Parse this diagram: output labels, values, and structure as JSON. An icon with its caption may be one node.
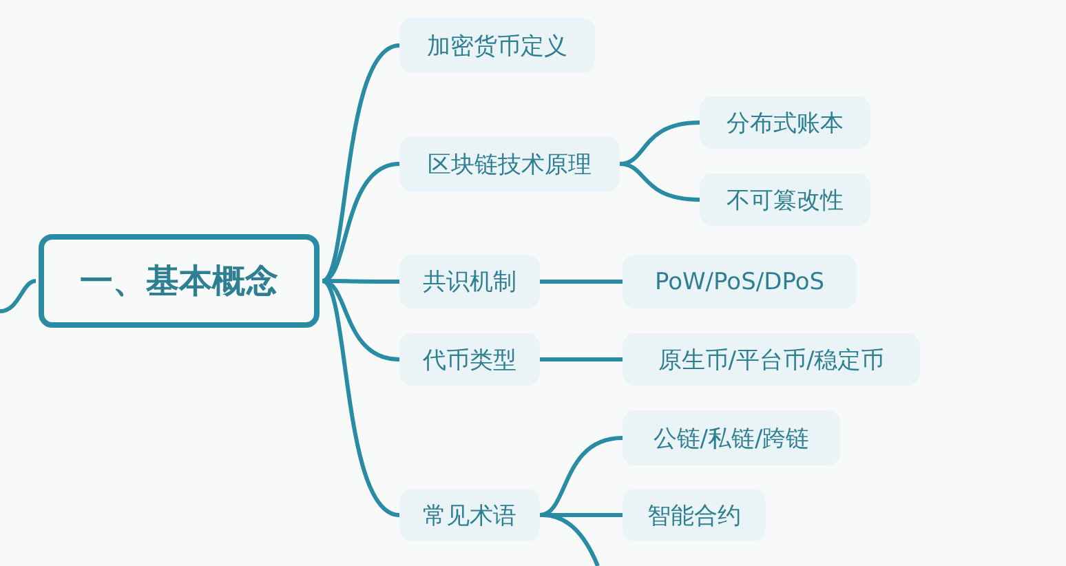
{
  "diagram": {
    "nodes": [
      {
        "text": [
          "一、基本概念"
        ]
      },
      {
        "text": [
          "加密货币定义"
        ]
      },
      {
        "text": [
          "区块链技术原理"
        ]
      },
      {
        "text": [
          "分布式账本"
        ]
      },
      {
        "text": [
          "不可篡改性"
        ]
      },
      {
        "text": [
          "共识机制"
        ]
      },
      {
        "text": [
          "PoW/PoS/DPoS"
        ]
      },
      {
        "text": [
          "代币类型"
        ]
      },
      {
        "text": [
          "原生币/平台币/稳定币"
        ]
      },
      {
        "text": [
          "常见术语"
        ]
      },
      {
        "text": [
          "公链/私链/跨链"
        ]
      },
      {
        "text": [
          "智能合约"
        ]
      }
    ],
    "edges": [
      {
        "from": null,
        "to": 0,
        "arrow": "none"
      },
      {
        "from": 0,
        "to": 1,
        "arrow": "none"
      },
      {
        "from": 0,
        "to": 2,
        "arrow": "none"
      },
      {
        "from": 0,
        "to": 5,
        "arrow": "none"
      },
      {
        "from": 0,
        "to": 7,
        "arrow": "none"
      },
      {
        "from": 0,
        "to": 9,
        "arrow": "none"
      },
      {
        "from": 2,
        "to": 3,
        "arrow": "none"
      },
      {
        "from": 2,
        "to": 4,
        "arrow": "none"
      },
      {
        "from": 5,
        "to": 6,
        "arrow": "none"
      },
      {
        "from": 7,
        "to": 8,
        "arrow": "none"
      },
      {
        "from": 9,
        "to": 10,
        "arrow": "none"
      },
      {
        "from": 9,
        "to": 11,
        "arrow": "none"
      },
      {
        "from": 9,
        "to": null,
        "arrow": "none"
      }
    ]
  }
}
